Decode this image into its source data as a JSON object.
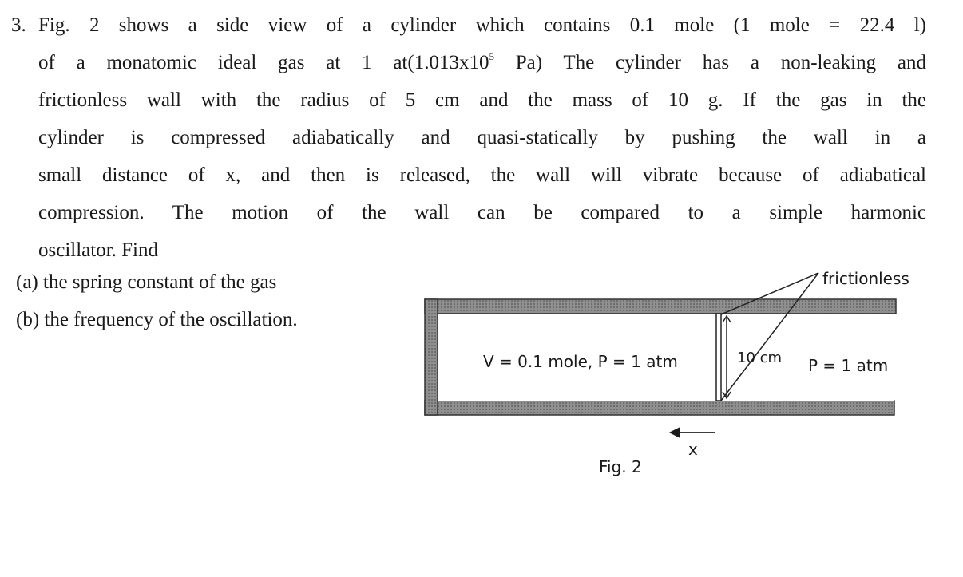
{
  "question": {
    "number": "3.",
    "lines": [
      "Fig. 2 shows a side view of a cylinder which contains 0.1 mole (1 mole = 22.4 l)",
      "of a monatomic ideal gas at 1 at(1.013x10",
      "5",
      " Pa) The cylinder has a non-leaking and",
      "frictionless wall with the radius of 5 cm and the mass of 10 g. If the gas in the",
      "cylinder is compressed adiabatically and quasi-statically by pushing the wall in a",
      "small distance of x, and then is released, the wall will vibrate because of adiabatical",
      "compression. The motion of the wall can be compared to a simple harmonic",
      "oscillator. Find"
    ],
    "parts": [
      "(a) the spring constant of the gas",
      "(b) the frequency of the oscillation."
    ]
  },
  "figure": {
    "gas_label": "V = 0.1 mole, P = 1 atm",
    "outside_label": "P = 1 atm",
    "dimension_label": "10 cm",
    "frictionless_label": "frictionless",
    "displacement_label": "x",
    "caption": "Fig. 2"
  }
}
